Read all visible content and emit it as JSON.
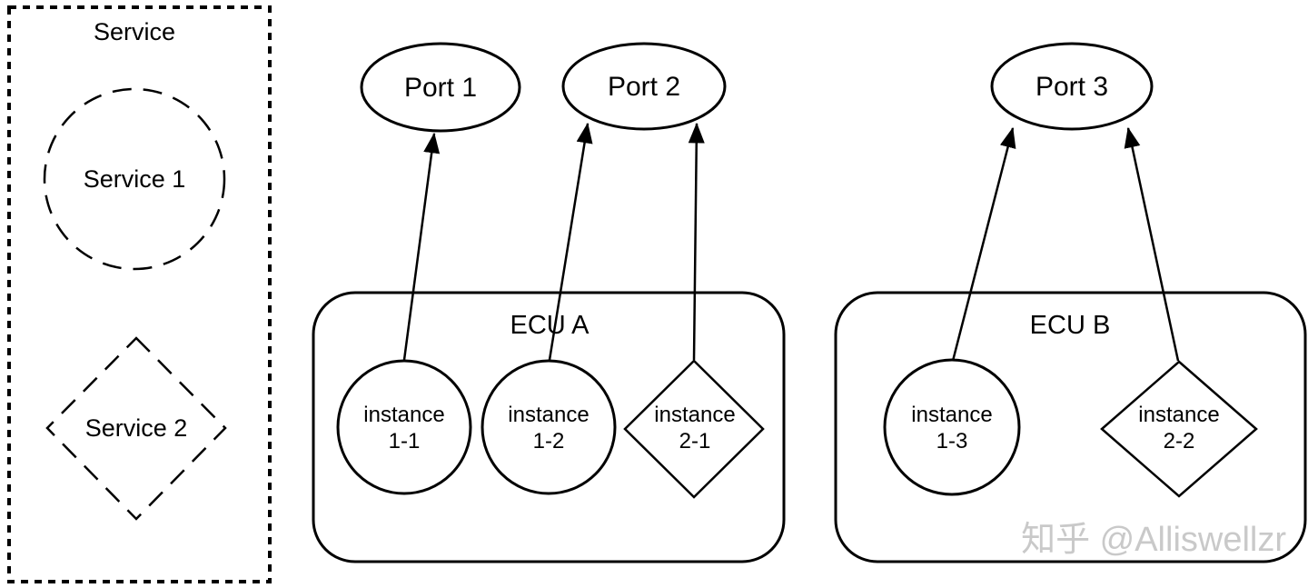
{
  "colors": {
    "stroke": "#000000",
    "background": "#ffffff",
    "watermark": "#c9c9c9"
  },
  "service_panel": {
    "title": "Service",
    "items": [
      {
        "label": "Service 1",
        "shape": "dashed-circle"
      },
      {
        "label": "Service 2",
        "shape": "dashed-diamond"
      }
    ]
  },
  "ports": [
    {
      "label": "Port 1"
    },
    {
      "label": "Port 2"
    },
    {
      "label": "Port 3"
    }
  ],
  "ecus": [
    {
      "title": "ECU A",
      "instances": [
        {
          "shape": "circle",
          "line1": "instance",
          "line2": "1-1"
        },
        {
          "shape": "circle",
          "line1": "instance",
          "line2": "1-2"
        },
        {
          "shape": "diamond",
          "line1": "instance",
          "line2": "2-1"
        }
      ]
    },
    {
      "title": "ECU B",
      "instances": [
        {
          "shape": "circle",
          "line1": "instance",
          "line2": "1-3"
        },
        {
          "shape": "diamond",
          "line1": "instance",
          "line2": "2-2"
        }
      ]
    }
  ],
  "edges": [
    {
      "from": "instance 1-1",
      "to": "Port 1"
    },
    {
      "from": "instance 1-2",
      "to": "Port 2"
    },
    {
      "from": "instance 2-1",
      "to": "Port 2"
    },
    {
      "from": "instance 1-3",
      "to": "Port 3"
    },
    {
      "from": "instance 2-2",
      "to": "Port 3"
    }
  ],
  "watermark": "知乎 @Alliswellzr"
}
